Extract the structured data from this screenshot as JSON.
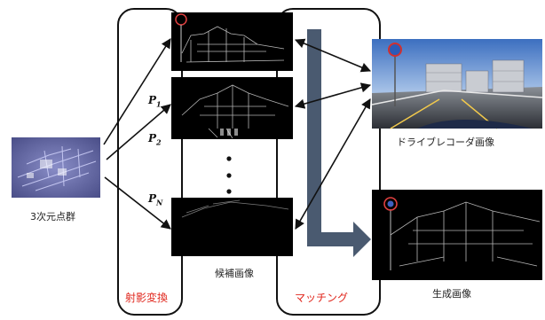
{
  "labels": {
    "point_cloud": "3次元点群",
    "projection_stage": "射影変換",
    "candidates": "候補画像",
    "matching_stage": "マッチング",
    "dashcam_image": "ドライブレコーダ画像",
    "generated_image": "生成画像"
  },
  "projections": [
    {
      "base": "P",
      "sub": "1"
    },
    {
      "base": "P",
      "sub": "2"
    },
    {
      "base": "P",
      "sub": "N"
    }
  ],
  "colors": {
    "stage_label": "#e0261c",
    "big_arrow": "#4a5a70",
    "frame_border": "#111111",
    "sky": "#5b86c8",
    "point_cloud_bg": "#6b6fa8"
  }
}
